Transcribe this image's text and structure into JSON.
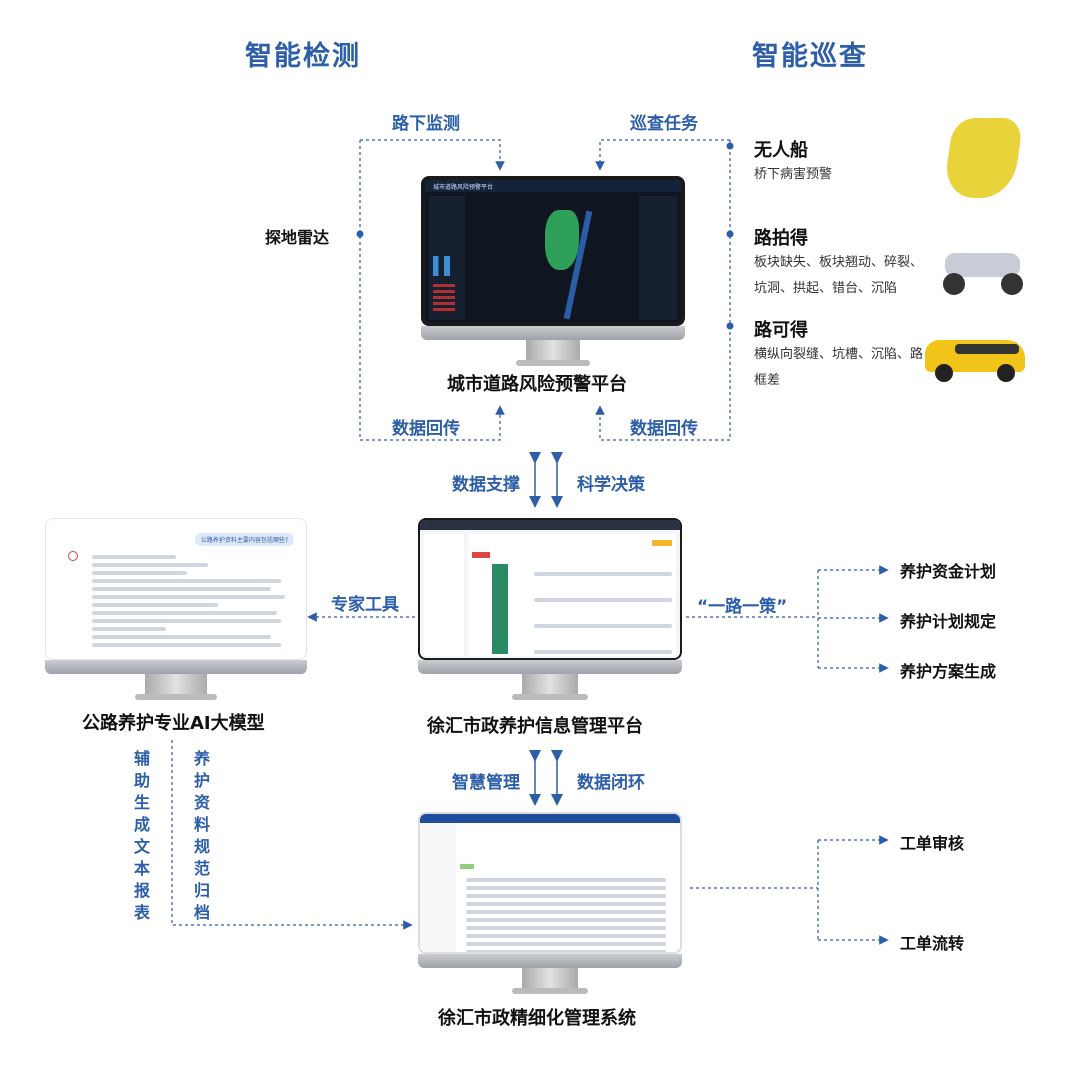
{
  "headers": {
    "left": "智能检测",
    "right": "智能巡查"
  },
  "top_flow": {
    "left_in": "路下监测",
    "right_in": "巡查任务",
    "left_back": "数据回传",
    "right_back": "数据回传",
    "radar": "探地雷达"
  },
  "devices": [
    {
      "title": "无人船",
      "desc": "桥下病害预警"
    },
    {
      "title": "路拍得",
      "desc": "板块缺失、板块翘动、碎裂、坑洞、拱起、错台、沉陷"
    },
    {
      "title": "路可得",
      "desc": "横纵向裂缝、坑槽、沉陷、路框差"
    }
  ],
  "platforms": {
    "risk": {
      "caption": "城市道路风险预警平台",
      "screen_title": "城市道路风险预警平台"
    },
    "info": {
      "caption": "徐汇市政养护信息管理平台"
    },
    "ai": {
      "caption": "公路养护专业AI大模型",
      "question": "公路养护资料主要内容包括哪些?"
    },
    "fine": {
      "caption": "徐汇市政精细化管理系统"
    }
  },
  "mid_flow": {
    "support": "数据支撑",
    "decision": "科学决策",
    "expert": "专家工具",
    "policy": "“一路一策”",
    "smart": "智慧管理",
    "loop": "数据闭环"
  },
  "policy_outputs": [
    "养护资金计划",
    "养护计划规定",
    "养护方案生成"
  ],
  "order_outputs": [
    "工单审核",
    "工单流转"
  ],
  "vertical": {
    "left": "辅助生成文本报表",
    "right": "养护资料规范归档"
  },
  "colors": {
    "accent": "#2d5ea8"
  }
}
